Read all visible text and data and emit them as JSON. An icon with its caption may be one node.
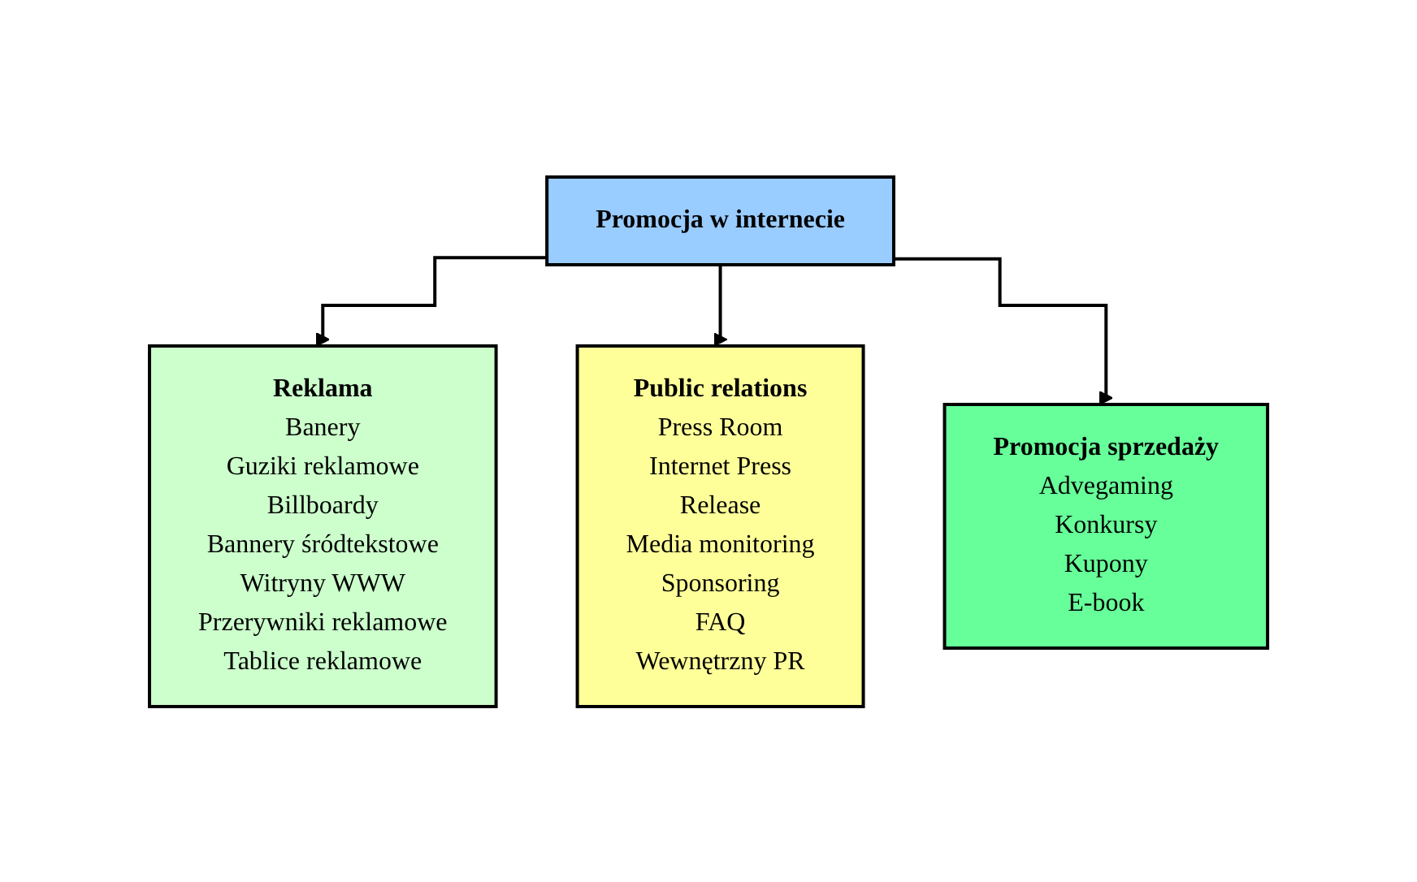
{
  "diagram": {
    "nodes": [
      {
        "text": [
          "Promocja w internecie"
        ]
      },
      {
        "text": [
          "Reklama",
          "Banery",
          "Guziki reklamowe",
          "Billboardy",
          "Bannery śródtekstowe",
          "Witryny WWW",
          "Przerywniki reklamowe",
          "Tablice reklamowe"
        ]
      },
      {
        "text": [
          "Public relations",
          "Press Room",
          "Internet Press",
          "Release",
          "Media monitoring",
          "Sponsoring",
          "FAQ",
          "Wewnętrzny PR"
        ]
      },
      {
        "text": [
          "Promocja sprzedaży",
          "Advegaming",
          "Konkursy",
          "Kupony",
          "E-book"
        ]
      }
    ],
    "edges": [
      {
        "from": 0,
        "to": 1,
        "arrow": "to"
      },
      {
        "from": 0,
        "to": 2,
        "arrow": "to"
      },
      {
        "from": 0,
        "to": 3,
        "arrow": "to"
      }
    ]
  }
}
